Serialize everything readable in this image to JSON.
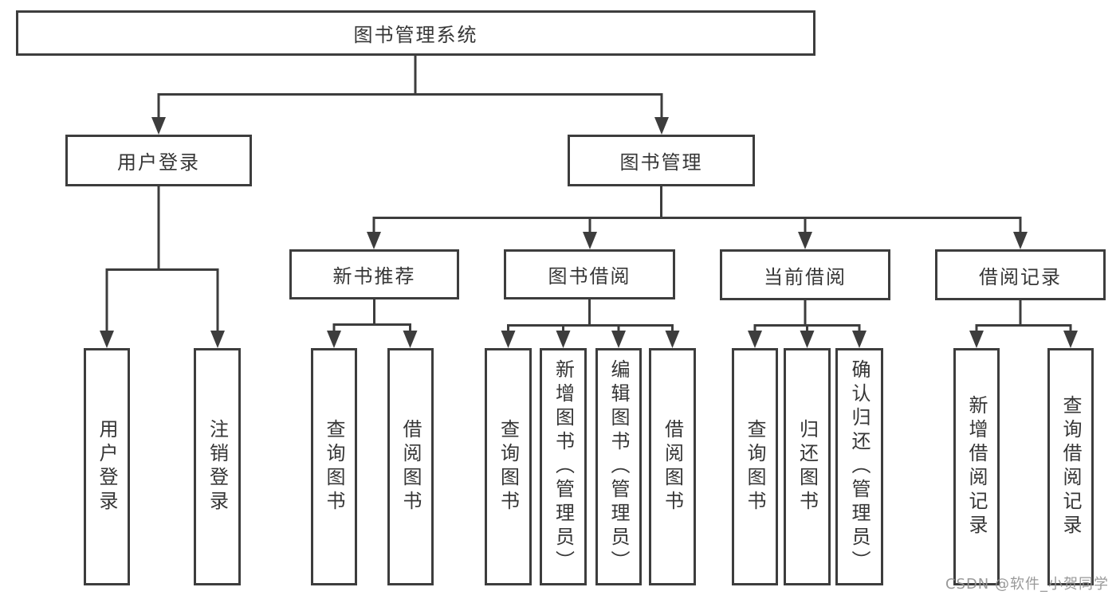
{
  "diagram_type": "hierarchy",
  "tree": {
    "label": "图书管理系统",
    "children": [
      {
        "label": "用户登录",
        "children": [
          {
            "label": "用户登录"
          },
          {
            "label": "注销登录"
          }
        ]
      },
      {
        "label": "图书管理",
        "children": [
          {
            "label": "新书推荐",
            "children": [
              {
                "label": "查询图书"
              },
              {
                "label": "借阅图书"
              }
            ]
          },
          {
            "label": "图书借阅",
            "children": [
              {
                "label": "查询图书"
              },
              {
                "label": "新增图书（管理员）"
              },
              {
                "label": "编辑图书（管理员）"
              },
              {
                "label": "借阅图书"
              }
            ]
          },
          {
            "label": "当前借阅",
            "children": [
              {
                "label": "查询图书"
              },
              {
                "label": "归还图书"
              },
              {
                "label": "确认归还（管理员）"
              }
            ]
          },
          {
            "label": "借阅记录",
            "children": [
              {
                "label": "新增借阅记录"
              },
              {
                "label": "查询借阅记录"
              }
            ]
          }
        ]
      }
    ]
  },
  "watermark": {
    "text": "CSDN @软件_小贺同学"
  },
  "colors": {
    "line": "#3d3d3d",
    "text": "#363636",
    "background": "#ffffff",
    "watermark": "#949494"
  }
}
